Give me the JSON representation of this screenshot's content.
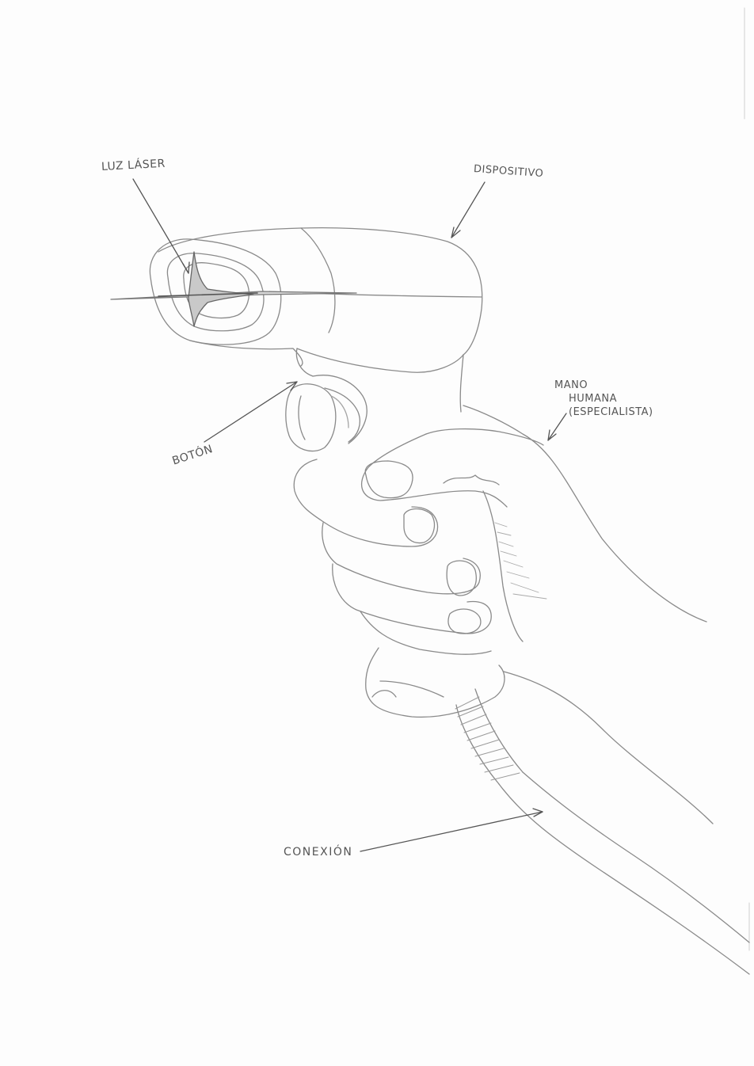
{
  "labels": {
    "luz_laser": "Luz láser",
    "dispositivo": "Dispositivo",
    "mano_humana": {
      "line1": "Mano",
      "line2": "Humana",
      "line3": "(Especialista)"
    },
    "boton": "Botón",
    "conexion": "Conexión"
  },
  "colors": {
    "pencil": "#8a8a8a",
    "pencil_dark": "#555555",
    "paper": "#fdfdfd"
  }
}
